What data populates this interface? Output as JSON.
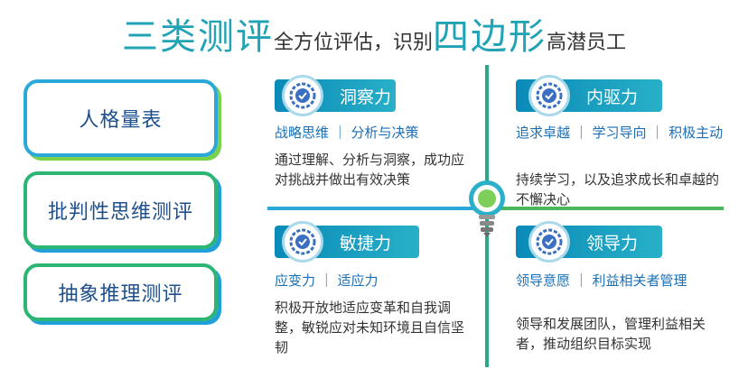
{
  "title": {
    "part1": "三类测评",
    "part2": "全方位评估，识别",
    "part3": "四边形",
    "part4": "高潜员工"
  },
  "tests": [
    {
      "label": "人格量表"
    },
    {
      "label": "批判性思维测评"
    },
    {
      "label": "抽象推理测评"
    }
  ],
  "quadrants": {
    "top_left": {
      "label": "洞察力",
      "sub": "战略思维 ｜ 分析与决策",
      "desc": "通过理解、分析与洞察，成功应对挑战并做出有效决策"
    },
    "top_right": {
      "label": "内驱力",
      "sub": "追求卓越 ｜ 学习导向 ｜ 积极主动",
      "desc": "持续学习，以及追求成长和卓越的不懈决心"
    },
    "bottom_left": {
      "label": "敏捷力",
      "sub": "应变力 ｜ 适应力",
      "desc": "积极开放地适应变革和自我调整，敏锐应对未知环境且自信坚韧"
    },
    "bottom_right": {
      "label": "领导力",
      "sub": "领导意愿 ｜ 利益相关者管理",
      "desc": "领导和发展团队，管理利益相关者，推动组织目标实现"
    }
  },
  "colors": {
    "title_accent": "#1fa3b5",
    "header_blue": "#0a8ab7",
    "box_blue": "#2aa8d9",
    "box_green": "#2bb673",
    "sub_text": "#1b6fb4"
  }
}
